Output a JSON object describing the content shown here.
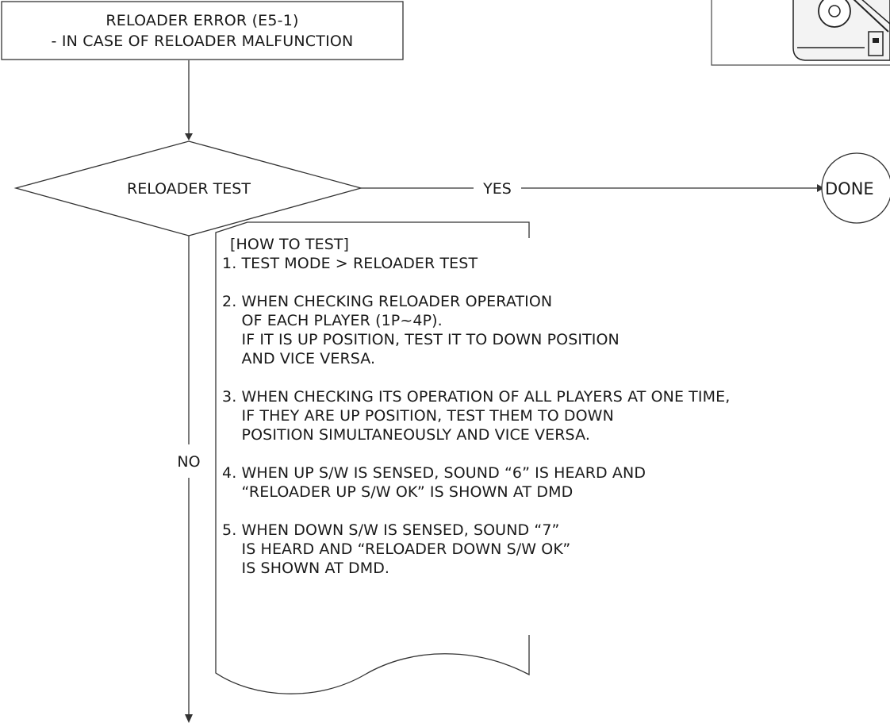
{
  "start_box": {
    "line1": "RELOADER ERROR (E5-1)",
    "line2": "- IN CASE OF RELOADER MALFUNCTION"
  },
  "decision": {
    "label": "RELOADER TEST"
  },
  "branches": {
    "yes": "YES",
    "no": "NO"
  },
  "terminal": {
    "label": "DONE"
  },
  "notes": {
    "heading": "[HOW TO TEST]",
    "steps": [
      [
        "1. TEST MODE > RELOADER TEST"
      ],
      [
        "2. WHEN CHECKING RELOADER OPERATION",
        "    OF EACH PLAYER (1P~4P).",
        "    IF IT IS UP POSITION, TEST IT TO DOWN POSITION",
        "    AND VICE VERSA."
      ],
      [
        "3. WHEN CHECKING ITS OPERATION OF ALL PLAYERS AT ONE TIME,",
        "    IF THEY ARE UP POSITION, TEST THEM TO DOWN",
        "    POSITION SIMULTANEOUSLY AND VICE VERSA."
      ],
      [
        "4. WHEN UP S/W IS SENSED, SOUND “6” IS HEARD AND",
        "    “RELOADER UP S/W OK” IS SHOWN AT DMD"
      ],
      [
        "5. WHEN DOWN S/W IS SENSED, SOUND “7”",
        "    IS HEARD AND “RELOADER DOWN S/W OK”",
        "    IS SHOWN AT DMD."
      ]
    ]
  }
}
